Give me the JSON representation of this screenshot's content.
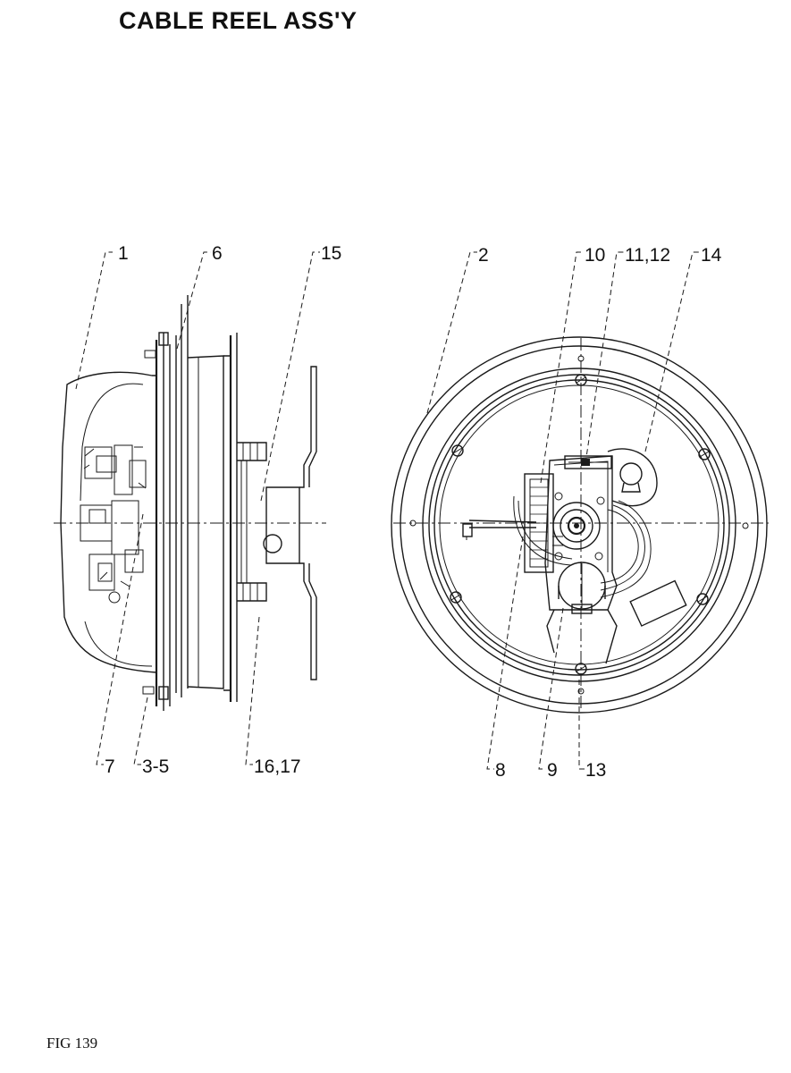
{
  "title": "CABLE REEL ASS'Y",
  "figure": "FIG 139",
  "callouts": {
    "c1": "1",
    "c6": "6",
    "c15": "15",
    "c7": "7",
    "c3_5": "3-5",
    "c16_17": "16,17",
    "c2": "2",
    "c10": "10",
    "c11_12": "11,12",
    "c14": "14",
    "c8": "8",
    "c9": "9",
    "c13": "13"
  }
}
